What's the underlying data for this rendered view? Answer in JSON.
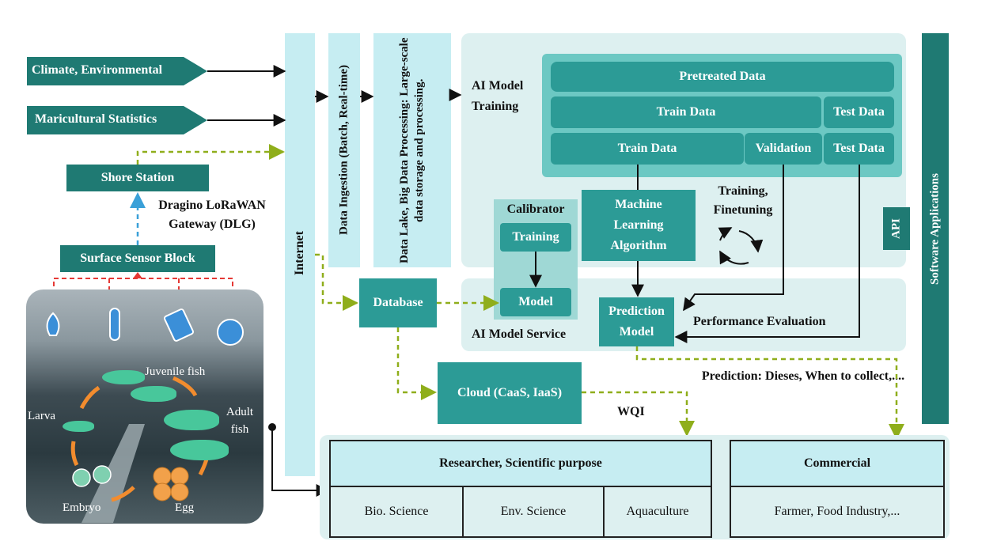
{
  "sources": {
    "climate": "Climate, Environmental",
    "maricultural": "Maricultural Statistics",
    "shore_station": "Shore Station",
    "gateway": "Dragino LoRaWAN Gateway (DLG)",
    "surface_sensor": "Surface Sensor Block"
  },
  "lifecycle": {
    "juvenile": "Juvenile fish",
    "larva": "Larva",
    "adult": "Adult fish",
    "embryo": "Embryo",
    "egg": "Egg"
  },
  "pipeline": {
    "internet": "Internet",
    "ingestion": "Data Ingestion (Batch, Real-time)",
    "data_lake": "Data Lake, Big Data Processing: Large-scale data storage and processing.",
    "database": "Database",
    "cloud": "Cloud (CaaS, IaaS)",
    "wqi": "WQI"
  },
  "training": {
    "title": "AI Model Training",
    "pretreated": "Pretreated Data",
    "train1": "Train Data",
    "test1": "Test Data",
    "train2": "Train Data",
    "validation": "Validation",
    "test2": "Test Data",
    "ml_algorithm": "Machine Learning Algorithm",
    "loop_label": "Training, Finetuning"
  },
  "service": {
    "calibrator": "Calibrator",
    "calib_training": "Training",
    "model": "Model",
    "service_label": "AI Model Service",
    "prediction_model": "Prediction Model",
    "performance": "Performance Evaluation",
    "prediction_note": "Prediction: Dieses, When to collect,...."
  },
  "apps": {
    "api": "API",
    "software": "Software Applications"
  },
  "users": {
    "research_header": "Researcher, Scientific purpose",
    "research_cells": [
      "Bio. Science",
      "Env. Science",
      "Aquaculture"
    ],
    "commercial_header": "Commercial",
    "commercial_cell": "Farmer, Food Industry,..."
  },
  "colors": {
    "teal": "#2c9b96",
    "dark_teal": "#1f7a73",
    "light_cyan": "#c6edf2",
    "panel": "#ddf0f0",
    "dashed_green": "#8fae1b",
    "dashed_blue": "#3aa0d8",
    "dashed_red": "#e53935"
  }
}
